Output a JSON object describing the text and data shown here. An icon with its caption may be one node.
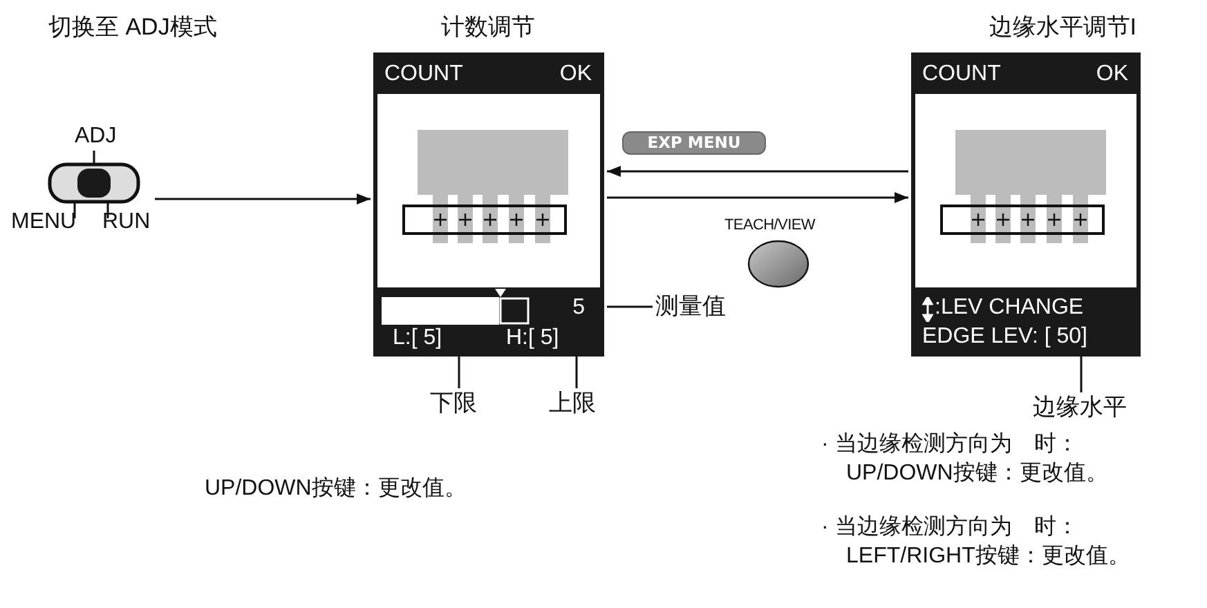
{
  "diagram": {
    "nodes": [
      {
        "text": [
          "ADJ",
          "MENU",
          "RUN"
        ],
        "beside": [
          "切换至 ADJ模式"
        ]
      },
      {
        "text": [
          "COUNT",
          "OK",
          "5",
          "L:[  5]",
          "H:[  5]"
        ],
        "beside": [
          "计数调节"
        ]
      },
      {
        "text": [
          "COUNT",
          "OK",
          ":LEV CHANGE",
          "EDGE LEV: [  50]"
        ],
        "beside": [
          "边缘水平调节I"
        ]
      },
      {
        "text": [
          "测量值"
        ]
      },
      {
        "text": [
          "下限"
        ]
      },
      {
        "text": [
          "上限"
        ]
      },
      {
        "text": [
          "边缘水平"
        ]
      },
      {
        "text": [
          "TEACH/VIEW"
        ]
      }
    ],
    "edges": [
      {
        "from": 0,
        "to": 1,
        "arrow": "to"
      },
      {
        "from": 2,
        "to": 1,
        "arrow": "to"
      },
      {
        "from": 1,
        "to": 2,
        "arrow": "to"
      },
      {
        "from": 3,
        "to": 1,
        "arrow": "none"
      },
      {
        "from": 4,
        "to": 1,
        "arrow": "none"
      },
      {
        "from": 5,
        "to": 1,
        "arrow": "none"
      },
      {
        "from": 6,
        "to": 2,
        "arrow": "none"
      }
    ],
    "labels": [
      "EXP MENU",
      "UP/DOWN按键：更改值。",
      "· 当边缘检测方向为　时：",
      "UP/DOWN按键：更改值。",
      "· 当边缘检测方向为　时：",
      "LEFT/RIGHT按键：更改值。"
    ]
  }
}
